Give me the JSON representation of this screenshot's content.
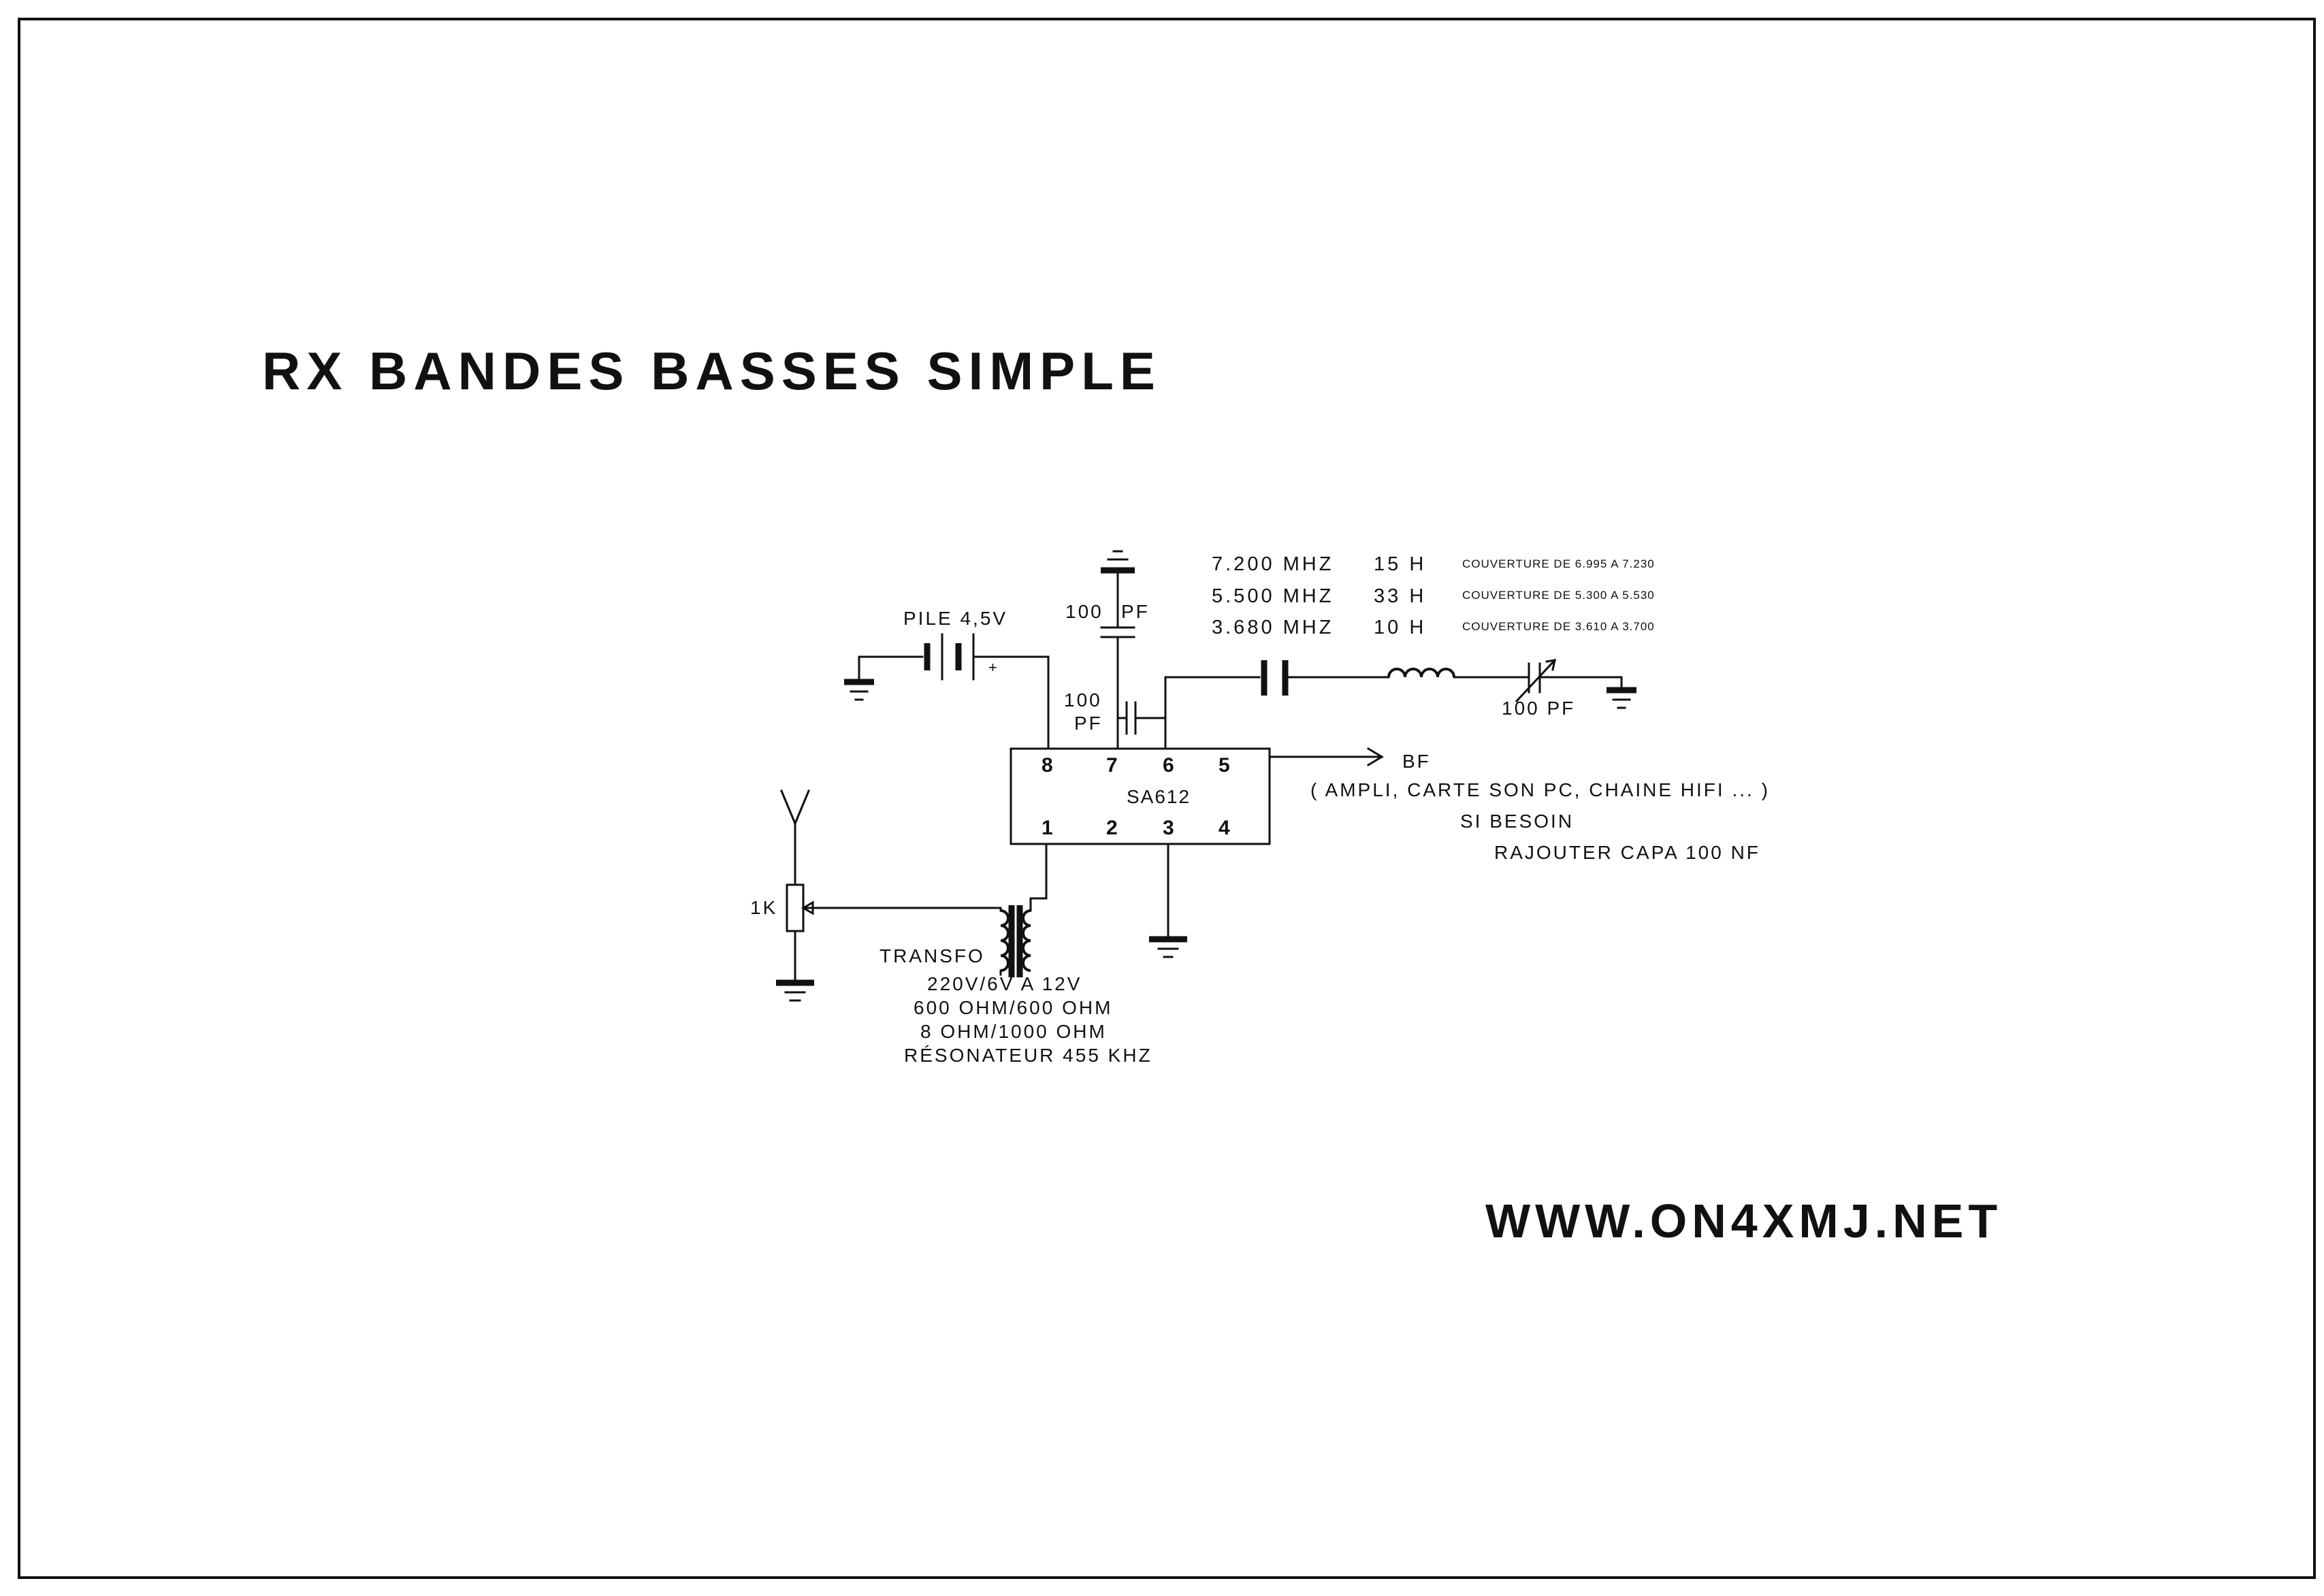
{
  "title": "RX BANDES BASSES SIMPLE",
  "website": "WWW.ON4XMJ.NET",
  "ic": {
    "name": "SA612",
    "pins_top": [
      "8",
      "7",
      "6",
      "5"
    ],
    "pins_bottom": [
      "1",
      "2",
      "3",
      "4"
    ]
  },
  "battery": {
    "label": "PILE 4,5V",
    "plus": "+"
  },
  "capacitors": {
    "pin7_top": {
      "value": "100",
      "unit": "PF"
    },
    "pin76": {
      "value": "100",
      "unit": "PF"
    },
    "variable": "100 PF"
  },
  "tuning_table": [
    {
      "freq": "7.200 MHZ",
      "inductor": "15 H",
      "coverage": "COUVERTURE DE 6.995 A 7.230"
    },
    {
      "freq": "5.500 MHZ",
      "inductor": "33 H",
      "coverage": "COUVERTURE DE 5.300 A 5.530"
    },
    {
      "freq": "3.680 MHZ",
      "inductor": "10 H",
      "coverage": "COUVERTURE DE 3.610 A 3.700"
    }
  ],
  "output": {
    "label": "BF",
    "destinations": "( AMPLI, CARTE SON PC, CHAINE HIFI ... )",
    "note_line1": "SI BESOIN",
    "note_line2": "RAJOUTER CAPA 100 NF"
  },
  "potentiometer": "1K",
  "transformer": {
    "label": "TRANSFO",
    "options": [
      "220V/6V A 12V",
      "600 OHM/600 OHM",
      "8 OHM/1000 OHM",
      "RÉSONATEUR 455 KHZ"
    ]
  }
}
